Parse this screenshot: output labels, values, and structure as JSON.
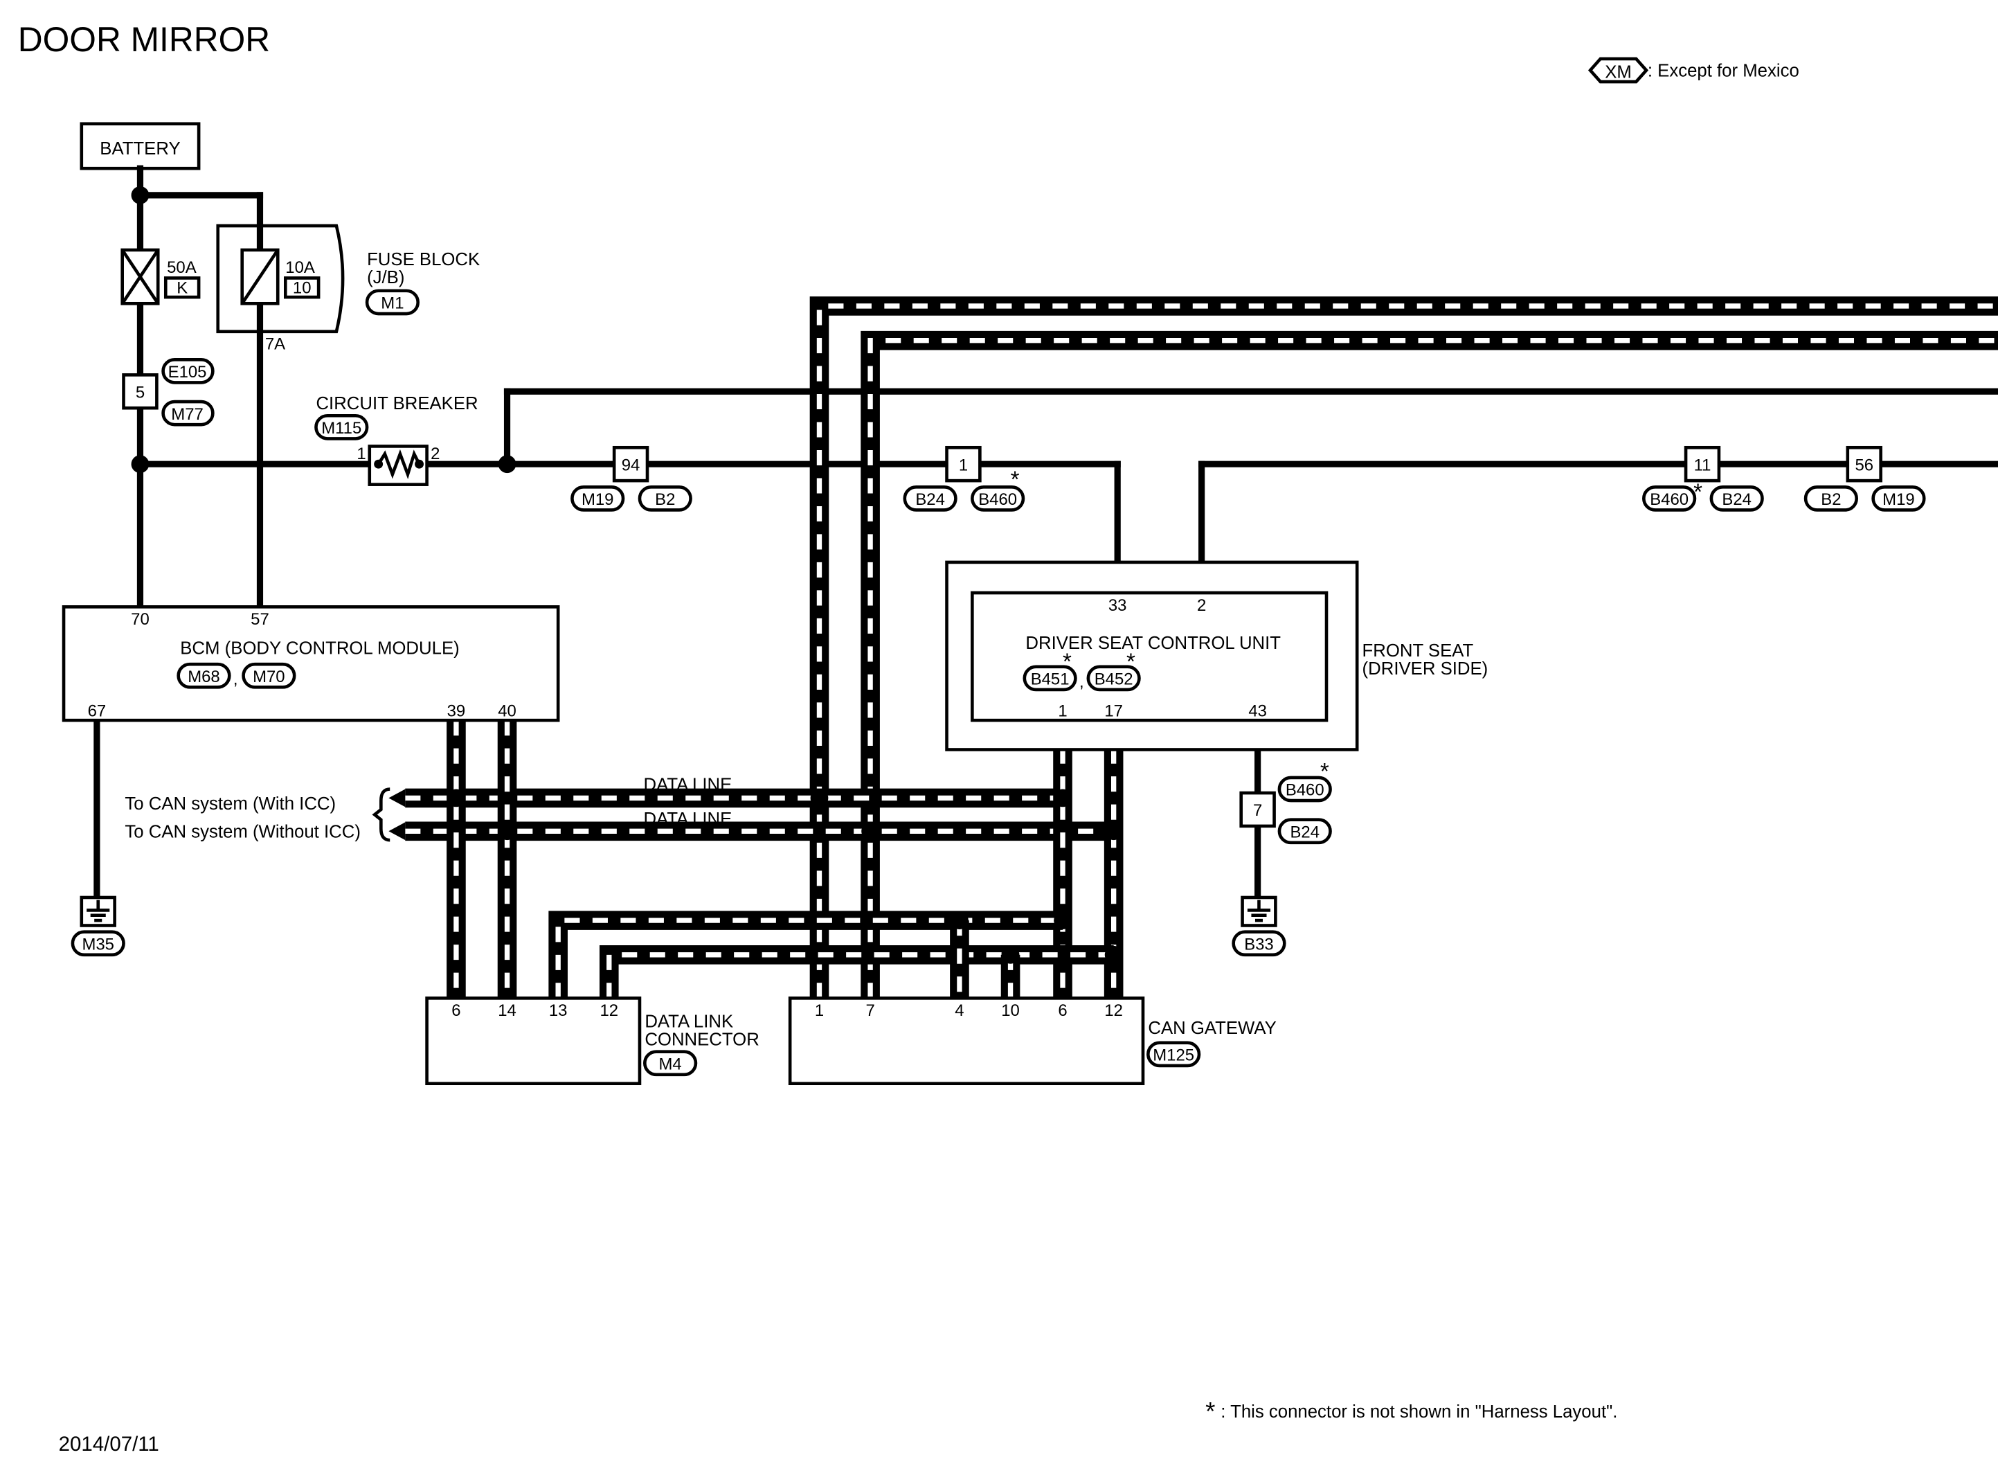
{
  "title": "DOOR MIRROR",
  "legend": {
    "xm_tag": "XM",
    "xm_text": ": Except for Mexico"
  },
  "battery": "BATTERY",
  "fuses": {
    "main": {
      "rating": "50A",
      "id": "K"
    },
    "block": {
      "rating": "10A",
      "id": "10",
      "out_pin": "7A"
    }
  },
  "fuse_block": {
    "name_line1": "FUSE BLOCK",
    "name_line2": "(J/B)",
    "connector": "M1"
  },
  "joint": {
    "pin": "5",
    "c1": "E105",
    "c2": "M77"
  },
  "circuit_breaker": {
    "name": "CIRCUIT BREAKER",
    "connector": "M115",
    "pin1": "1",
    "pin2": "2"
  },
  "inline": {
    "c94": {
      "pin": "94",
      "a": "M19",
      "b": "B2"
    },
    "c1": {
      "pin": "1",
      "a": "B24",
      "b": "B460",
      "star": "*"
    },
    "c11": {
      "pin": "11",
      "a": "B460",
      "b": "B24",
      "star": "*"
    },
    "c56": {
      "pin": "56",
      "a": "B2",
      "b": "M19"
    },
    "c7": {
      "pin": "7",
      "a": "B460",
      "b": "B24",
      "star": "*"
    }
  },
  "bcm": {
    "name": "BCM (BODY CONTROL MODULE)",
    "conn1": "M68",
    "sep": ",",
    "conn2": "M70",
    "pin70": "70",
    "pin57": "57",
    "pin67": "67",
    "pin39": "39",
    "pin40": "40"
  },
  "seat_unit": {
    "name": "DRIVER SEAT CONTROL UNIT",
    "conn1": "B451",
    "conn2": "B452",
    "sep": ",",
    "star": "*",
    "pin33": "33",
    "pin2": "2",
    "pin1": "1",
    "pin17": "17",
    "pin43": "43"
  },
  "front_seat": {
    "line1": "FRONT SEAT",
    "line2": "(DRIVER SIDE)"
  },
  "can": {
    "data_line_1": "DATA LINE",
    "data_line_2": "DATA LINE",
    "to_with_icc": "To CAN system (With ICC)",
    "to_without_icc": "To CAN system (Without ICC)"
  },
  "grounds": {
    "m35": "M35",
    "b33": "B33"
  },
  "dlc": {
    "name_line1": "DATA LINK",
    "name_line2": "CONNECTOR",
    "connector": "M4",
    "pins": [
      "6",
      "14",
      "13",
      "12"
    ]
  },
  "gateway": {
    "name": "CAN GATEWAY",
    "connector": "M125",
    "pins": [
      "1",
      "7",
      "4",
      "10",
      "6",
      "12"
    ]
  },
  "footnote": {
    "star": "*",
    "text": ": This connector is not shown in \"Harness Layout\"."
  },
  "date": "2014/07/11"
}
